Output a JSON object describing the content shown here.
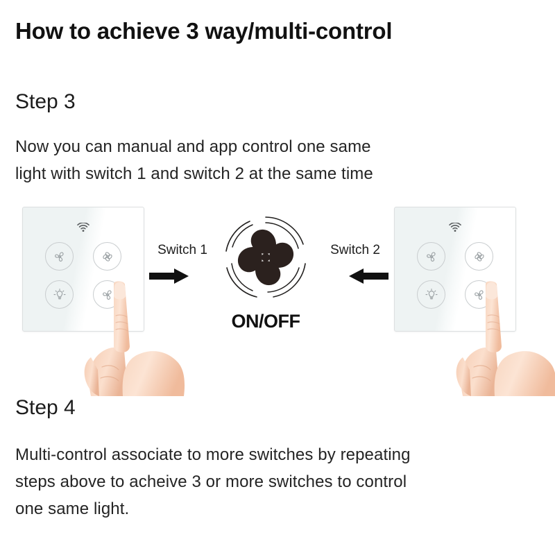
{
  "page": {
    "title": "How to achieve 3 way/multi-control",
    "background_color": "#ffffff"
  },
  "steps": [
    {
      "heading": "Step 3",
      "lines": [
        "Now you can manual and app control one same",
        "light with switch 1 and switch 2 at the same time"
      ]
    },
    {
      "heading": "Step 4",
      "lines": [
        "Multi-control associate to more switches by repeating",
        "steps above to acheive 3 or more switches to control",
        "one same light."
      ]
    }
  ],
  "illustration": {
    "left_panel": {
      "name": "wall-switch-panel-1",
      "wifi_icon": "wifi-icon",
      "buttons": [
        {
          "icon": "fan-3-blade-icon",
          "position": "top-left",
          "pressed": false
        },
        {
          "icon": "fan-4-blade-icon",
          "position": "top-right",
          "pressed": false
        },
        {
          "icon": "light-bulb-icon",
          "position": "bottom-left",
          "pressed": false
        },
        {
          "icon": "fan-3-blade-icon",
          "position": "bottom-right",
          "pressed": true
        }
      ],
      "hand_icon": "pointing-hand-icon"
    },
    "right_panel": {
      "name": "wall-switch-panel-2",
      "wifi_icon": "wifi-icon",
      "buttons": [
        {
          "icon": "fan-3-blade-icon",
          "position": "top-left",
          "pressed": false
        },
        {
          "icon": "fan-4-blade-icon",
          "position": "top-right",
          "pressed": false
        },
        {
          "icon": "light-bulb-icon",
          "position": "bottom-left",
          "pressed": false
        },
        {
          "icon": "fan-3-blade-icon",
          "position": "bottom-right",
          "pressed": true
        }
      ],
      "hand_icon": "pointing-hand-icon"
    },
    "callouts": [
      {
        "label": "Switch 1",
        "arrow": "arrow-right-icon"
      },
      {
        "label": "Switch 2",
        "arrow": "arrow-left-icon"
      }
    ],
    "center": {
      "icon": "fan-4-blade-filled-icon",
      "label": "ON/OFF",
      "fan_color": "#2b211e",
      "ring_color": "#22201f"
    }
  },
  "colors": {
    "panel_tint": "#eef3f3",
    "panel_white": "#ffffff",
    "panel_border": "#dcdfe0",
    "icon_stroke": "#9aa0a3",
    "text": "#1a1a1a",
    "skin_light": "#fbe3d2",
    "skin_mid": "#f6cdb2",
    "skin_shadow": "#edb798"
  }
}
